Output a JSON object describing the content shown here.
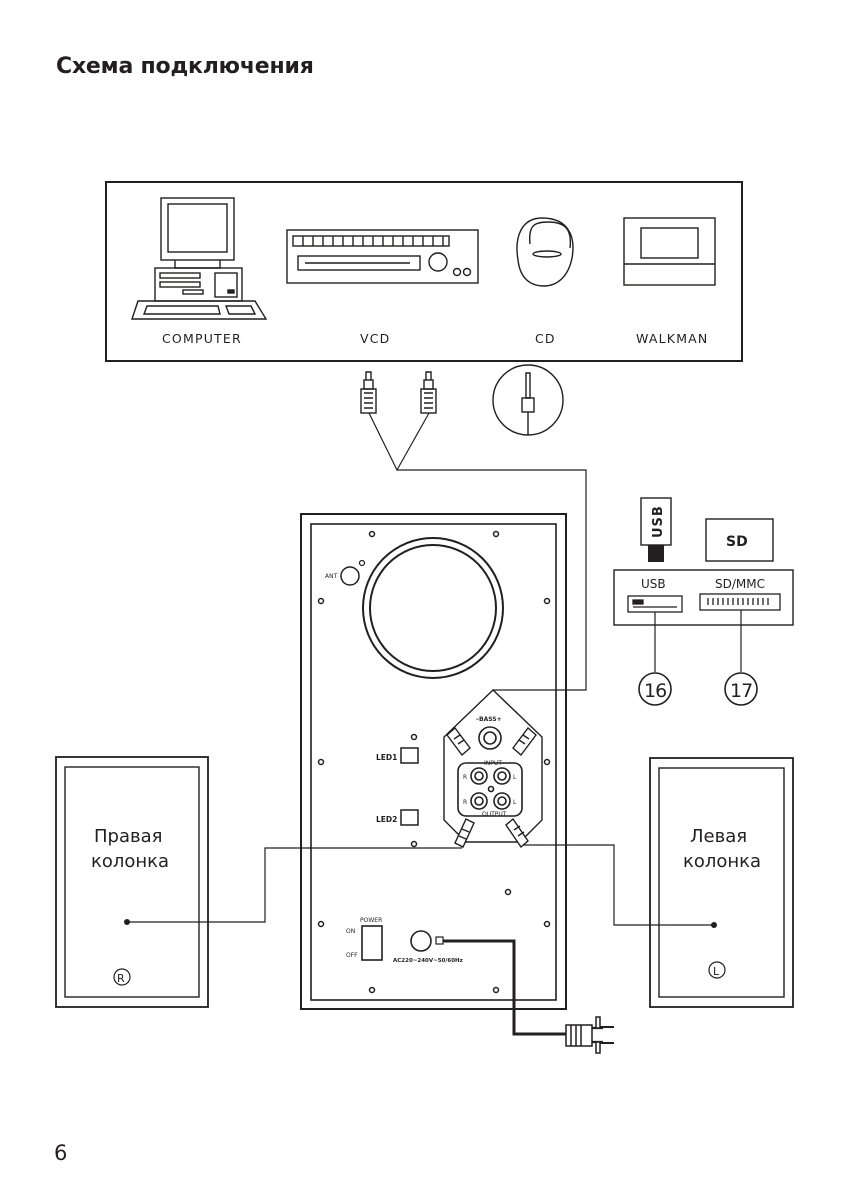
{
  "page": {
    "title": "Схема подключения",
    "number": "6"
  },
  "sources": {
    "computer": "COMPUTER",
    "vcd": "VCD",
    "cd": "CD",
    "walkman": "WALKMAN"
  },
  "subwoofer": {
    "ant": "ANT",
    "bass": "–BASS+",
    "led1": "LED1",
    "led2": "LED2",
    "input": "INPUT",
    "output": "OUTPUT",
    "r": "R",
    "l": "L",
    "power": "POWER",
    "on": "ON",
    "off": "OFF",
    "ac": "AC220~240V~50/60Hz"
  },
  "ports": {
    "usb_stick": "USB",
    "sd_card": "SD",
    "usb_label": "USB",
    "sdmmc_label": "SD/MMC",
    "usb_number": "16",
    "sdmmc_number": "17"
  },
  "speakers": {
    "right_line1": "Правая",
    "right_line2": "колонка",
    "right_mark": "R",
    "left_line1": "Левая",
    "left_line2": "колонка",
    "left_mark": "L"
  }
}
